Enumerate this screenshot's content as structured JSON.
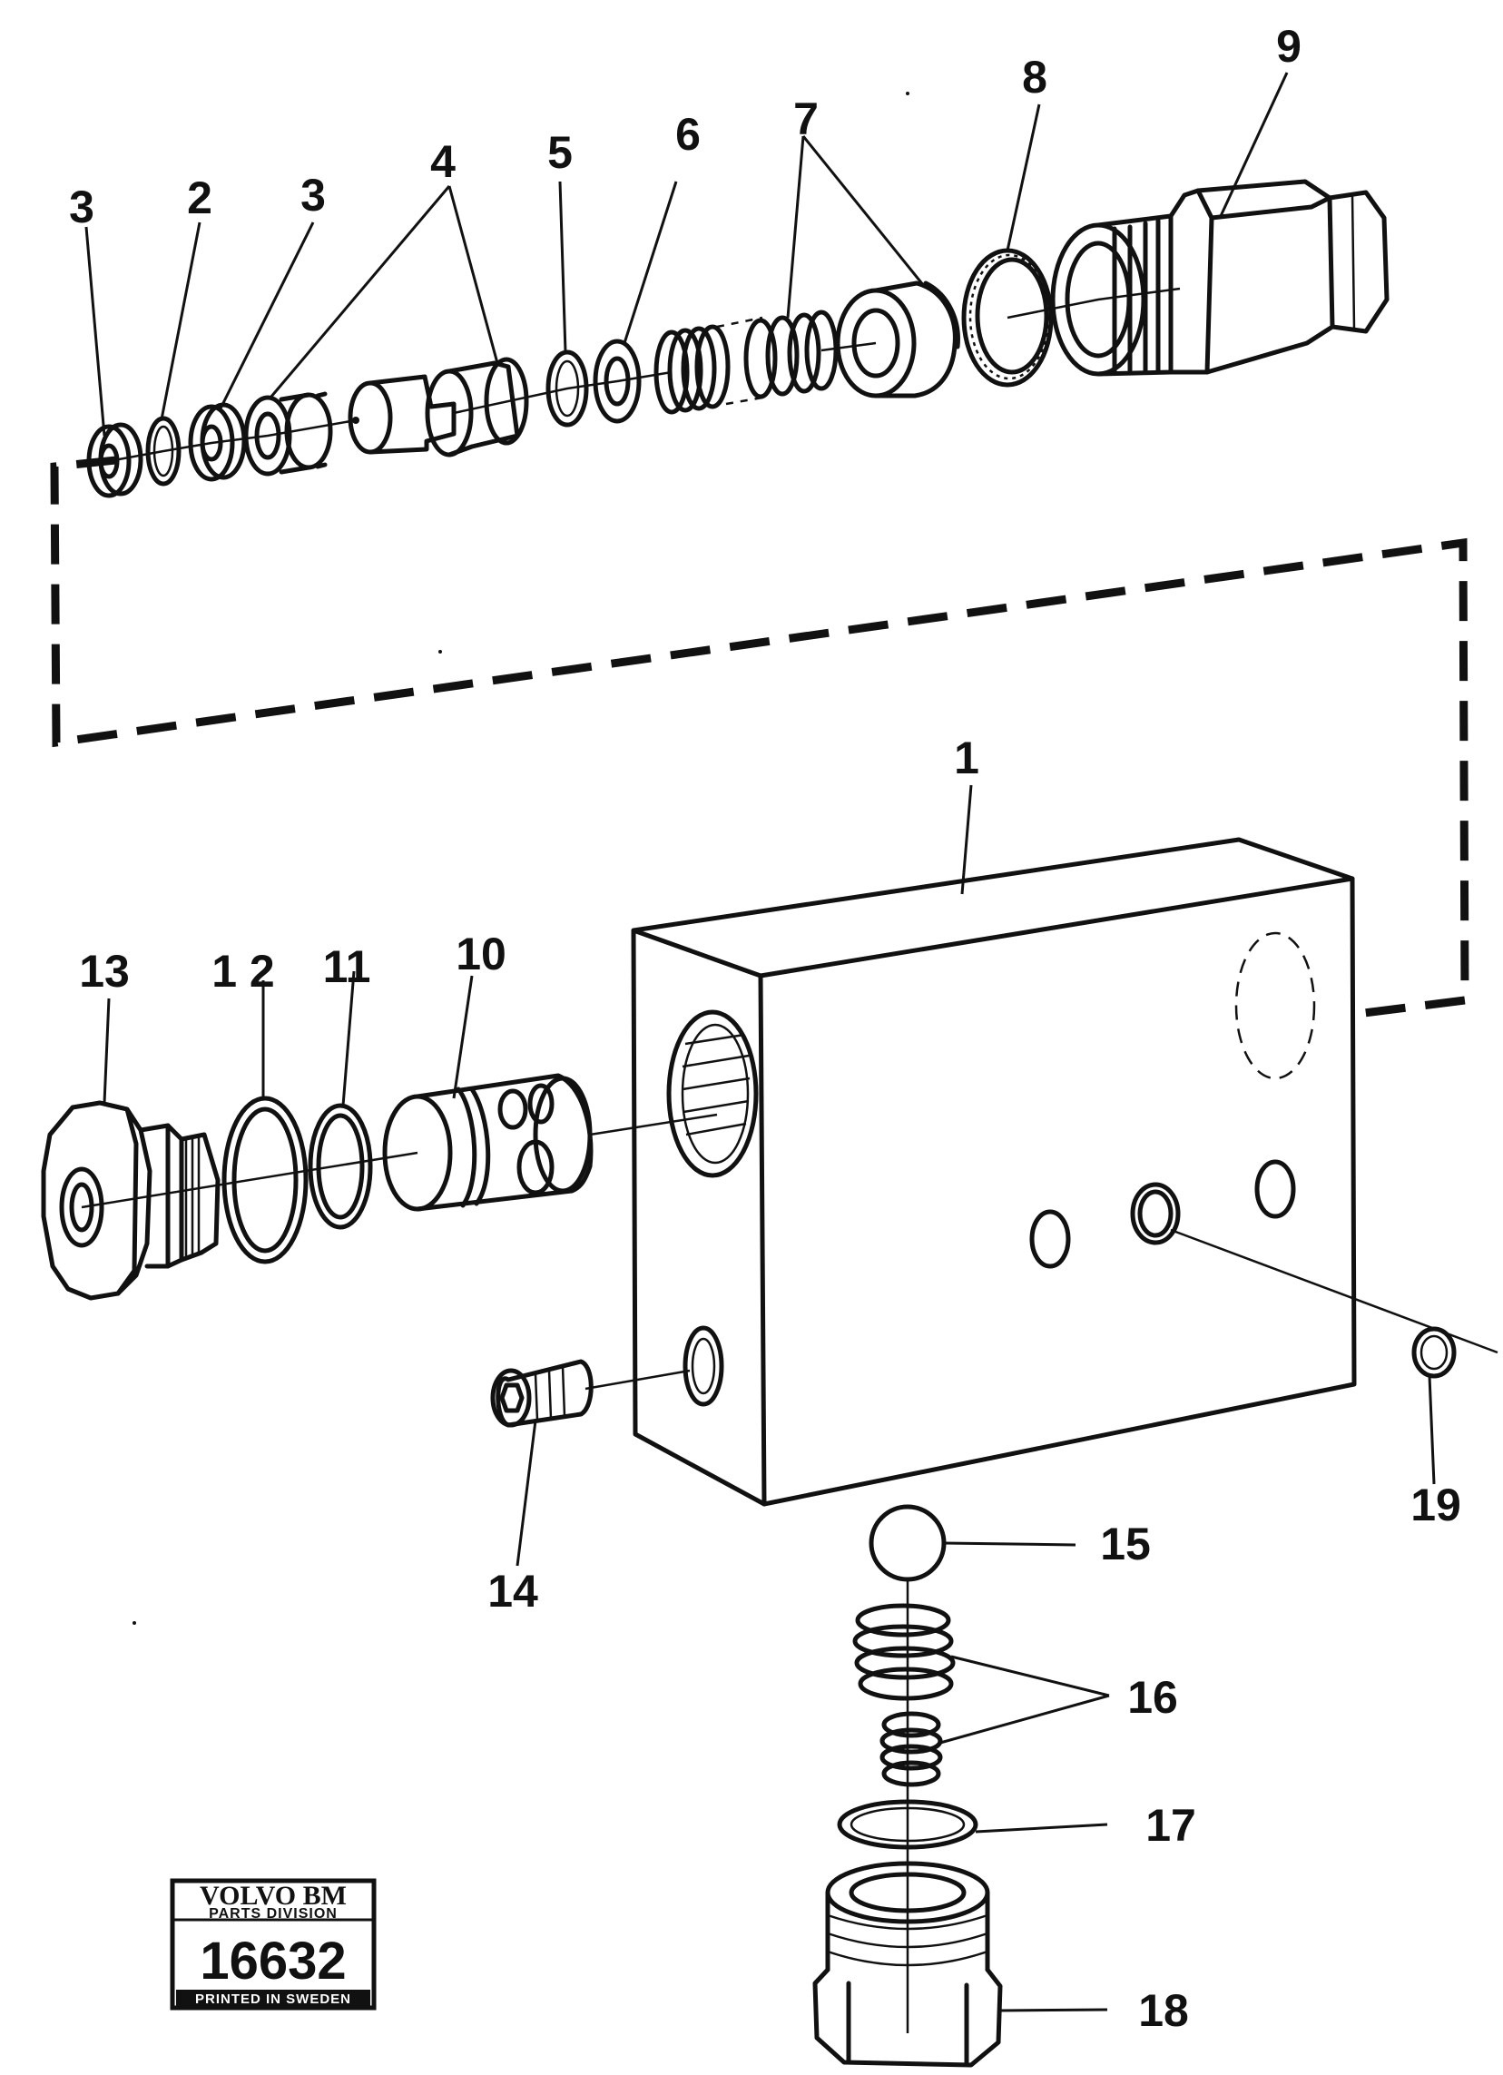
{
  "parts": [
    {
      "id": "1",
      "label": "1"
    },
    {
      "id": "2",
      "label": "2"
    },
    {
      "id": "3a",
      "label": "3"
    },
    {
      "id": "3b",
      "label": "3"
    },
    {
      "id": "4",
      "label": "4"
    },
    {
      "id": "5",
      "label": "5"
    },
    {
      "id": "6",
      "label": "6"
    },
    {
      "id": "7",
      "label": "7"
    },
    {
      "id": "8",
      "label": "8"
    },
    {
      "id": "9",
      "label": "9"
    },
    {
      "id": "10",
      "label": "10"
    },
    {
      "id": "11",
      "label": "11"
    },
    {
      "id": "12",
      "label": "1 2"
    },
    {
      "id": "13",
      "label": "13"
    },
    {
      "id": "14",
      "label": "14"
    },
    {
      "id": "15",
      "label": "15"
    },
    {
      "id": "16",
      "label": "16"
    },
    {
      "id": "17",
      "label": "17"
    },
    {
      "id": "18",
      "label": "18"
    },
    {
      "id": "19",
      "label": "19"
    }
  ],
  "stamp": {
    "brand": "VOLVO BM",
    "division": "PARTS DIVISION",
    "number": "16632",
    "printed": "PRINTED IN SWEDEN"
  }
}
